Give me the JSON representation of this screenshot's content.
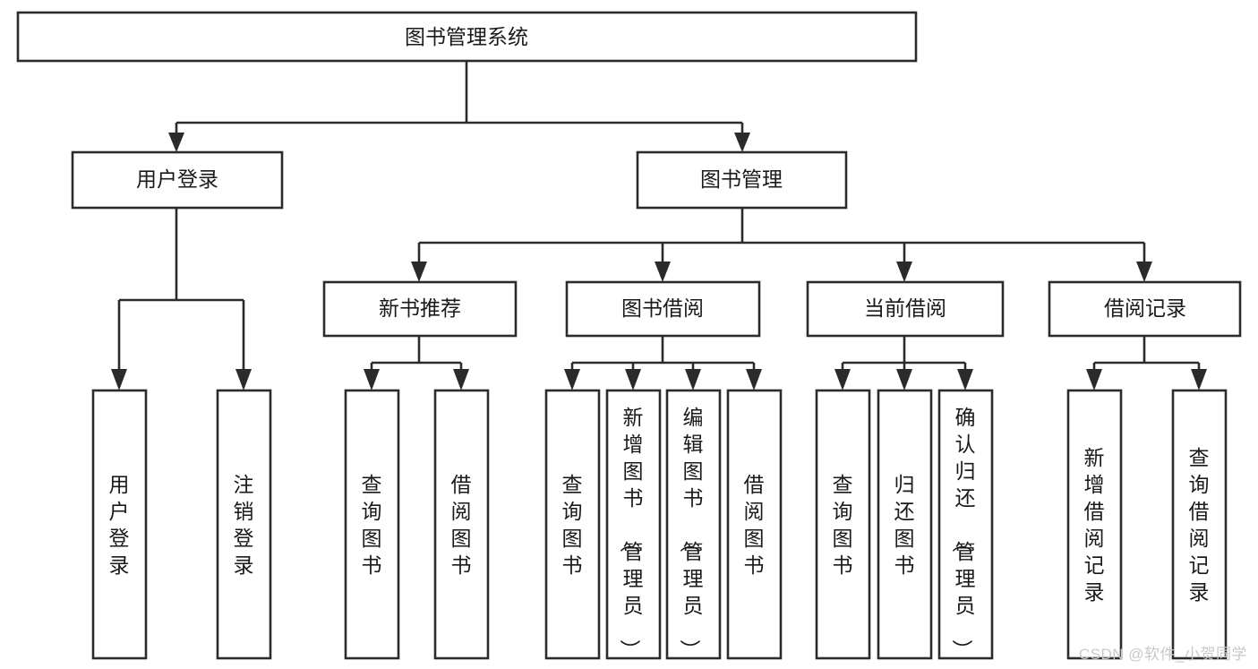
{
  "diagram": {
    "type": "hierarchy-tree",
    "title_node": {
      "id": "root",
      "label": "图书管理系统"
    },
    "level2": [
      {
        "id": "user-login",
        "label": "用户登录"
      },
      {
        "id": "book-management",
        "label": "图书管理"
      }
    ],
    "level3": [
      {
        "id": "new-book-recommend",
        "label": "新书推荐",
        "parent": "book-management"
      },
      {
        "id": "book-borrow",
        "label": "图书借阅",
        "parent": "book-management"
      },
      {
        "id": "current-borrow",
        "label": "当前借阅",
        "parent": "book-management"
      },
      {
        "id": "borrow-record",
        "label": "借阅记录",
        "parent": "book-management"
      }
    ],
    "leaves": [
      {
        "id": "leaf-user-login",
        "label": "用户登录",
        "parent": "user-login"
      },
      {
        "id": "leaf-logout-login",
        "label": "注销登录",
        "parent": "user-login"
      },
      {
        "id": "leaf-query-book-1",
        "label": "查询图书",
        "parent": "new-book-recommend"
      },
      {
        "id": "leaf-borrow-book-1",
        "label": "借阅图书",
        "parent": "new-book-recommend"
      },
      {
        "id": "leaf-query-book-2",
        "label": "查询图书",
        "parent": "book-borrow"
      },
      {
        "id": "leaf-add-book",
        "label": "新增图书（管理员）",
        "parent": "book-borrow"
      },
      {
        "id": "leaf-edit-book",
        "label": "编辑图书（管理员）",
        "parent": "book-borrow"
      },
      {
        "id": "leaf-borrow-book-2",
        "label": "借阅图书",
        "parent": "book-borrow"
      },
      {
        "id": "leaf-query-book-3",
        "label": "查询图书",
        "parent": "current-borrow"
      },
      {
        "id": "leaf-return-book",
        "label": "归还图书",
        "parent": "current-borrow"
      },
      {
        "id": "leaf-confirm-return",
        "label": "确认归还（管理员）",
        "parent": "current-borrow"
      },
      {
        "id": "leaf-add-record",
        "label": "新增借阅记录",
        "parent": "borrow-record"
      },
      {
        "id": "leaf-query-record",
        "label": "查询借阅记录",
        "parent": "borrow-record"
      }
    ]
  },
  "watermark": {
    "text": "CSDN @软件_小贺同学"
  },
  "colors": {
    "stroke": "#2b2b2b",
    "box_fill": "#ffffff",
    "text": "#1a1a1a",
    "watermark": "#c9c9c9",
    "background": "#ffffff"
  }
}
